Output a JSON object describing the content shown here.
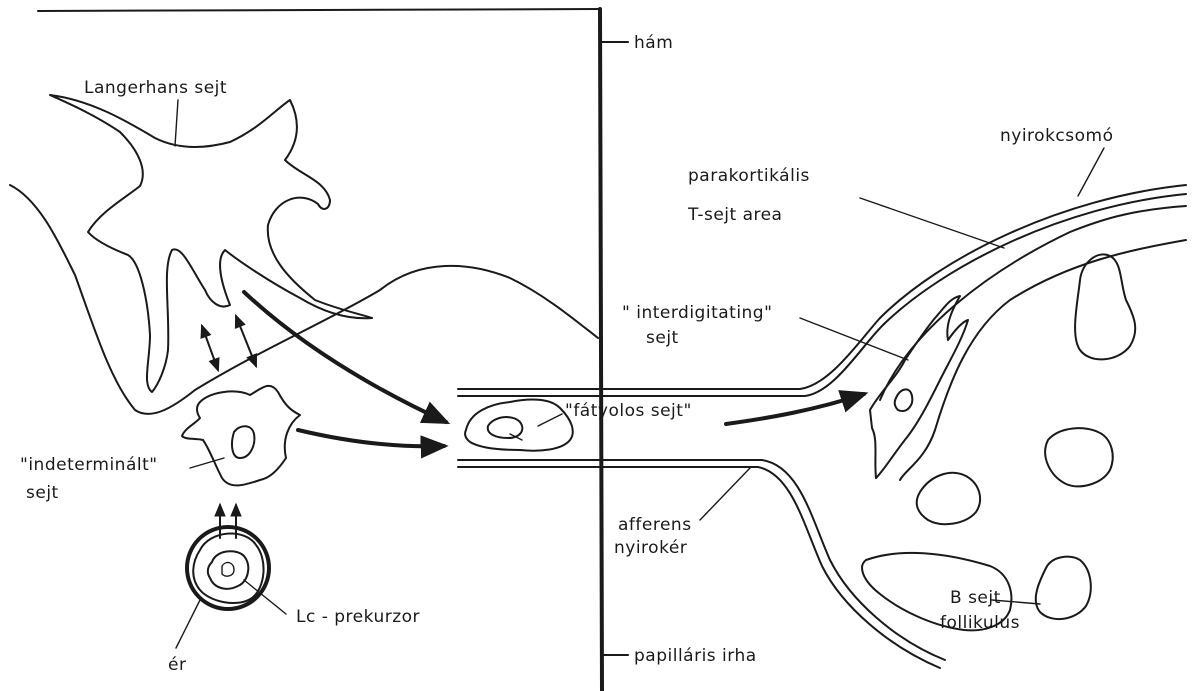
{
  "labels": {
    "ham": "hám",
    "langerhans": "Langerhans sejt",
    "nyirokcsomo": "nyirokcsomó",
    "parakortikalis": "parakortikális",
    "t_sejt_area": "T-sejt area",
    "interdigitating": "\" interdigitating\"",
    "interdigitating_sejt": "sejt",
    "fatyolos": "\"fátyolos sejt\"",
    "indeterminalt": "\"indeterminált\"",
    "indeterminalt_sejt": "sejt",
    "afferens": "afferens",
    "nyiroker": "nyirokér",
    "lc_prekurzor": "Lc - prekurzor",
    "b_sejt": "B sejt",
    "follikulus": "follikulus",
    "er": "ér",
    "papillaris_irha": "papilláris irha"
  }
}
